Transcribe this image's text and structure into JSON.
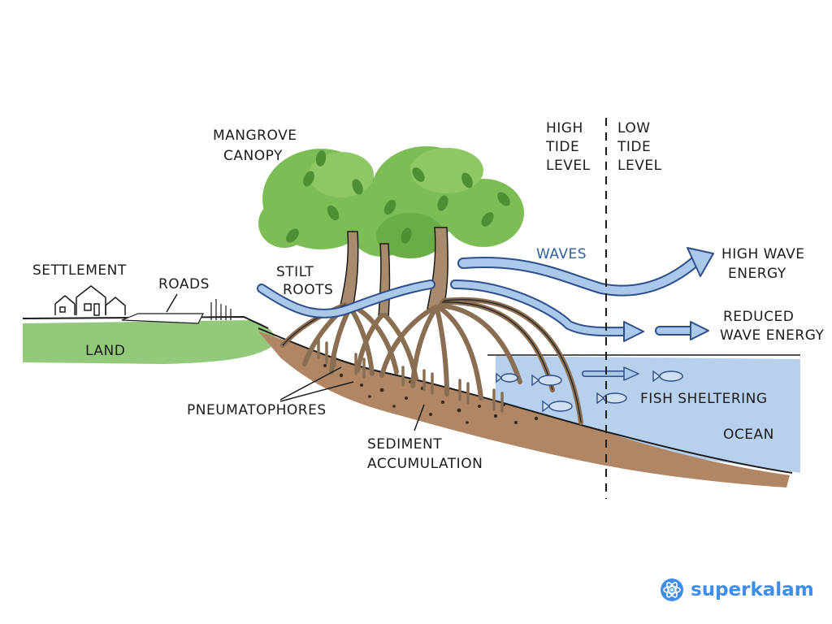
{
  "labels": {
    "settlement": "SETTLEMENT",
    "roads": "ROADS",
    "land": "LAND",
    "canopy_1": "MANGROVE",
    "canopy_2": "CANOPY",
    "stilt_1": "STILT",
    "stilt_2": "ROOTS",
    "pneumatophores": "PNEUMATOPHORES",
    "sediment_1": "SEDIMENT",
    "sediment_2": "ACCUMULATION",
    "high_tide_1": "HIGH",
    "high_tide_2": "TIDE",
    "high_tide_3": "LEVEL",
    "low_tide_1": "LOW",
    "low_tide_2": "TIDE",
    "low_tide_3": "LEVEL",
    "waves": "WAVES",
    "high_wave_1": "HIGH WAVE",
    "high_wave_2": "ENERGY",
    "reduced_wave_1": "REDUCED",
    "reduced_wave_2": "WAVE ENERGY",
    "fish": "FISH SHELTERING",
    "ocean": "OCEAN"
  },
  "brand": {
    "name": "superkalam",
    "icon": "atom-icon"
  },
  "colors": {
    "land": "#93c97a",
    "canopy": "#7dbd55",
    "canopy_dark": "#4e8f34",
    "trunk": "#a88a6c",
    "soil": "#b08664",
    "water": "#a9c8ea",
    "arrow": "#8fb2e0",
    "arrow_stroke": "#2f4f8a",
    "brand": "#3e8de8"
  }
}
